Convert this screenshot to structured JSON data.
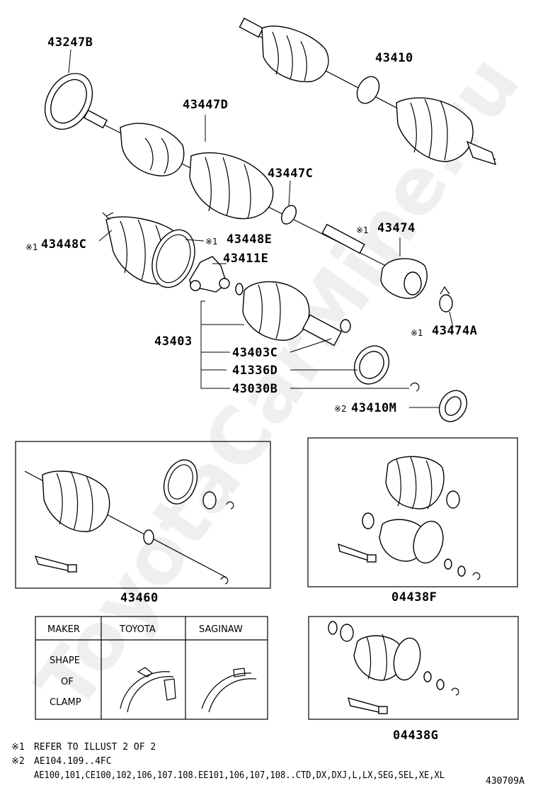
{
  "watermark": "ToyotaCarMine.ru",
  "labels": {
    "p43247B": "43247B",
    "p43410": "43410",
    "p43447D": "43447D",
    "p43447C": "43447C",
    "p43448C": "43448C",
    "p43448E": "43448E",
    "p43474": "43474",
    "p43411E": "43411E",
    "p43474A": "43474A",
    "p43403": "43403",
    "p43403C": "43403C",
    "p41336D": "41336D",
    "p43030B": "43030B",
    "p43410M": "43410M",
    "p43460": "43460",
    "p04438F": "04438F",
    "p04438G": "04438G"
  },
  "marks": {
    "ref1": "※1",
    "ref2": "※2"
  },
  "table": {
    "maker_header": "MAKER",
    "toyota_header": "TOYOTA",
    "saginaw_header": "SAGINAW",
    "shape_line1": "SHAPE",
    "shape_line2": "OF",
    "shape_line3": "CLAMP"
  },
  "notes": {
    "note1_mark": "※1",
    "note1_text": "REFER TO ILLUST 2 OF 2",
    "note2_mark": "※2",
    "note2_text": "AE104.109..4FC",
    "note3_text": "AE100,101,CE100,102,106,107.108.EE101,106,107,108..CTD,DX,DXJ,L,LX,SEG,SEL,XE,XL"
  },
  "figure_id": "430709A"
}
